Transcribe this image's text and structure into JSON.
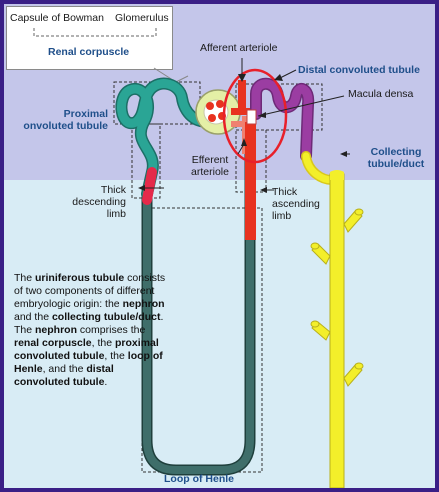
{
  "labels": {
    "capsule": "Capsule of Bowman",
    "glomerulus": "Glomerulus",
    "renal_corpuscle": "Renal corpuscle",
    "afferent": "Afferent arteriole",
    "distal": "Distal convoluted tubule",
    "macula": "Macula densa",
    "proximal_1": "Proximal",
    "proximal_2": "onvoluted tubule",
    "efferent_1": "Efferent",
    "efferent_2": "arteriole",
    "collecting_1": "Collecting",
    "collecting_2": "tubule/duct",
    "thick_desc_1": "Thick",
    "thick_desc_2": "descending",
    "thick_desc_3": "limb",
    "thick_asc_1": "Thick",
    "thick_asc_2": "ascending",
    "thick_asc_3": "limb",
    "loop": "Loop of Henle"
  },
  "paragraph": {
    "t1": "The ",
    "b1": "uriniferous tubule",
    "t2": " consists of two components of different embryologic origin: the ",
    "b2": "nephron",
    "t3": " and the ",
    "b3": "collecting tubule/duct",
    "t4": ". The ",
    "b4": "nephron",
    "t5": " comprises the ",
    "b5": "renal corpuscle",
    "t6": ", the ",
    "b6": "proximal convoluted tubule",
    "t7": ", the ",
    "b7": "loop of Henle",
    "t8": ", and the ",
    "b8": "distal convoluted tubule",
    "t9": "."
  },
  "colors": {
    "proximal": "#2aa595",
    "loop_thin": "#3f6e6a",
    "distal": "#9b3da2",
    "collecting": "#f3ef2a",
    "arteriole": "#e8321f",
    "capsule": "#e4efa6",
    "label_blue": "#1f4f8a"
  }
}
